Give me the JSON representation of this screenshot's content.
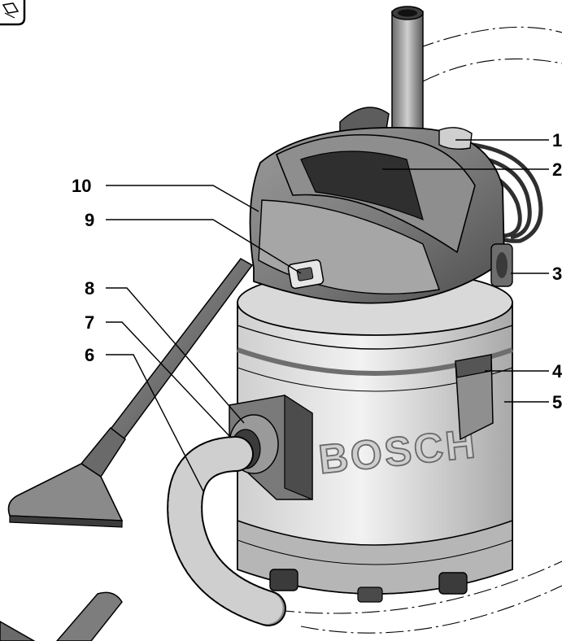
{
  "brand": "BOSCH",
  "callouts": [
    "1",
    "2",
    "3",
    "4",
    "5",
    "6",
    "7",
    "8",
    "9",
    "10"
  ],
  "icon": "manual-book-icon",
  "colors": {
    "line": "#000000",
    "body_light": "#e4e4e4",
    "body_mid": "#bdbdbd",
    "body_dark": "#7a7a7a",
    "head_dark": "#5e5e5e",
    "hose": "#8a8a8a"
  }
}
